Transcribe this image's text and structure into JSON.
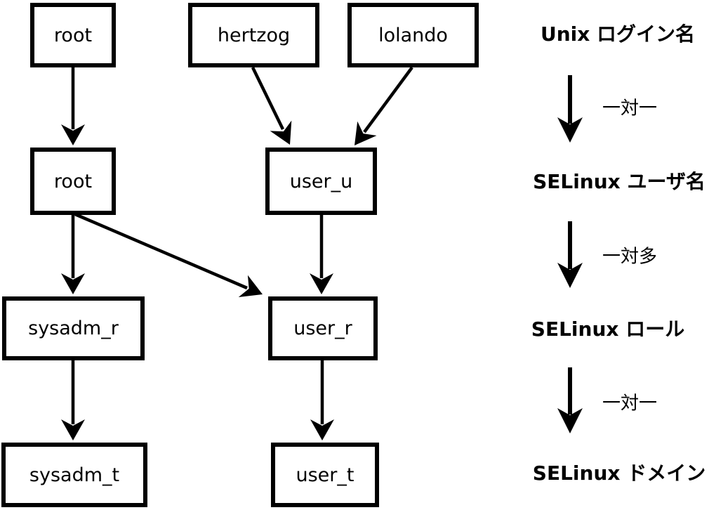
{
  "nodes": {
    "unix_root": "root",
    "unix_hertzog": "hertzog",
    "unix_lolando": "lolando",
    "selinux_root": "root",
    "selinux_user_u": "user_u",
    "role_sysadm_r": "sysadm_r",
    "role_user_r": "user_r",
    "domain_sysadm_t": "sysadm_t",
    "domain_user_t": "user_t"
  },
  "edges": [
    {
      "from": "unix_root",
      "to": "selinux_root"
    },
    {
      "from": "unix_hertzog",
      "to": "selinux_user_u"
    },
    {
      "from": "unix_lolando",
      "to": "selinux_user_u"
    },
    {
      "from": "selinux_root",
      "to": "role_sysadm_r"
    },
    {
      "from": "selinux_root",
      "to": "role_user_r"
    },
    {
      "from": "selinux_user_u",
      "to": "role_user_r"
    },
    {
      "from": "role_sysadm_r",
      "to": "domain_sysadm_t"
    },
    {
      "from": "role_user_r",
      "to": "domain_user_t"
    }
  ],
  "legend": {
    "unix_login": "Unix ログイン名",
    "selinux_user": "SELinux ユーザ名",
    "selinux_role": "SELinux ロール",
    "selinux_domain": "SELinux ドメイン",
    "rel_login_to_user": "一対一",
    "rel_user_to_role": "一対多",
    "rel_role_to_domain": "一対一"
  },
  "colors": {
    "line": "#000000",
    "background": "#ffffff"
  }
}
